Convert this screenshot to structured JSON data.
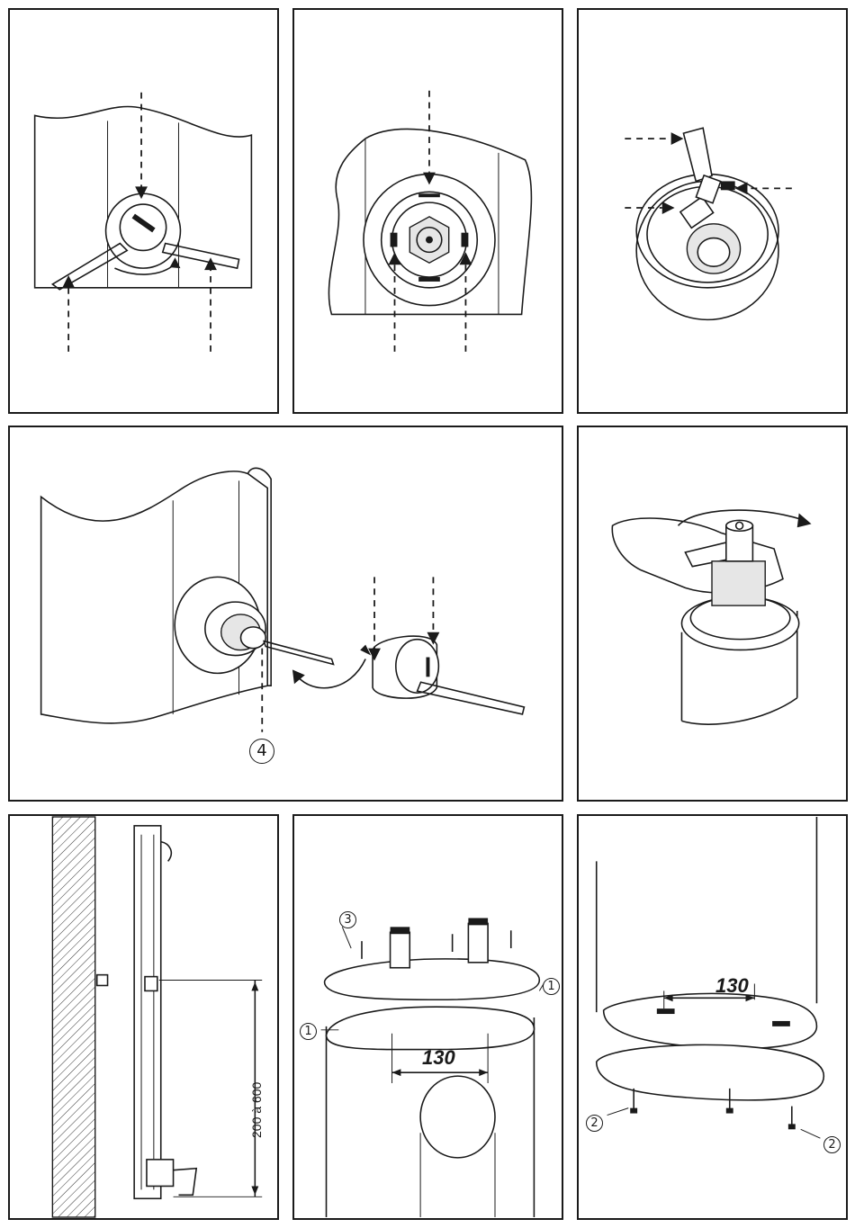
{
  "panels": [
    {
      "id": "p1"
    },
    {
      "id": "p2"
    },
    {
      "id": "p3"
    },
    {
      "id": "p4"
    },
    {
      "id": "p5"
    },
    {
      "id": "p6"
    },
    {
      "id": "p7"
    },
    {
      "id": "p8"
    }
  ],
  "labels": {
    "p4_callout": "4",
    "p6_height_range": "200 à 600",
    "p7_callout_top": "3",
    "p7_callout_left": "1",
    "p7_callout_right": "1",
    "p7_dimension": "130",
    "p8_dimension": "130",
    "p8_callout_left": "2",
    "p8_callout_right": "2"
  }
}
